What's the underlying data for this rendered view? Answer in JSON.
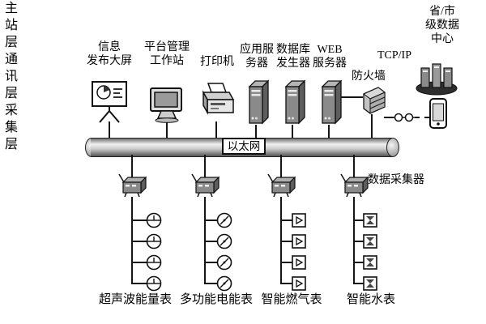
{
  "layers": {
    "main_station": "主\n站\n层",
    "communication": "通\n讯\n层",
    "collection": "采\n集\n层"
  },
  "ethernet": {
    "label": "以太网"
  },
  "top_row": {
    "info_screen": "信息\n发布大屏",
    "workstation": "平台管理\n工作站",
    "printer": "打印机",
    "app_server": "应用服\n务器",
    "db_server": "数据库\n发生器",
    "web_server": "WEB\n服务器",
    "firewall": "防火墙",
    "tcpip": "TCP/IP",
    "data_center": "省/市\n级数据\n中心"
  },
  "collection_layer": {
    "collector_label": "数据采集器",
    "meter_types": [
      {
        "label": "超声波能量表"
      },
      {
        "label": "多功能电能表"
      },
      {
        "label": "智能燃气表"
      },
      {
        "label": "智能水表"
      }
    ]
  }
}
